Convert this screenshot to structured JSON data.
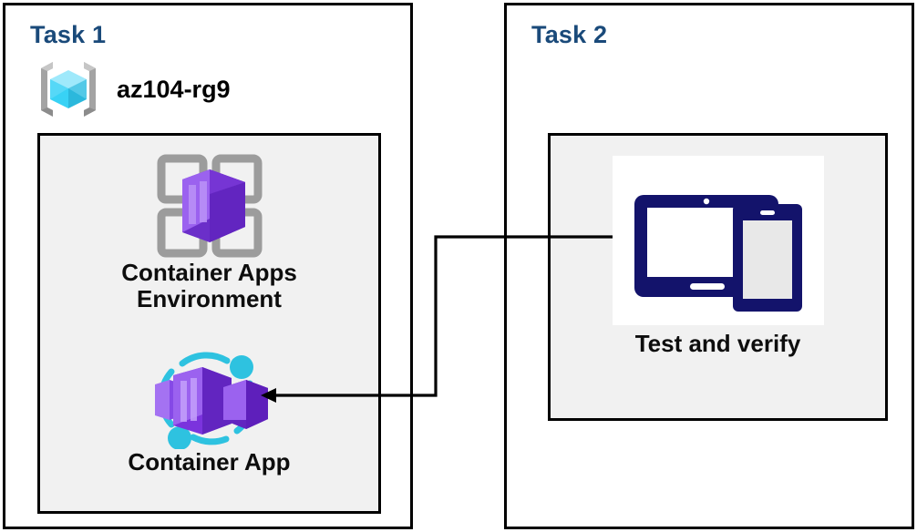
{
  "diagram": {
    "title": "Azure Container Apps task diagram",
    "background_color": "#ffffff",
    "accent_title_color": "#1A4A7A",
    "panel_border_color": "#000000",
    "group_fill_color": "#f1f1f1",
    "connector_color": "#000000"
  },
  "task1": {
    "title": "Task 1",
    "resource_group": {
      "icon": "azure-resource-group-icon",
      "label": "az104-rg9"
    },
    "nodes": [
      {
        "icon": "container-apps-environment-icon",
        "label": "Container Apps\nEnvironment"
      },
      {
        "icon": "container-app-icon",
        "label": "Container App"
      }
    ]
  },
  "task2": {
    "title": "Task 2",
    "nodes": [
      {
        "icon": "devices-tablet-phone-icon",
        "label": "Test and verify"
      }
    ]
  },
  "connector": {
    "name": "test-to-container-app-arrow",
    "from": "Test and verify",
    "to": "Container App",
    "arrow_head": "left"
  }
}
